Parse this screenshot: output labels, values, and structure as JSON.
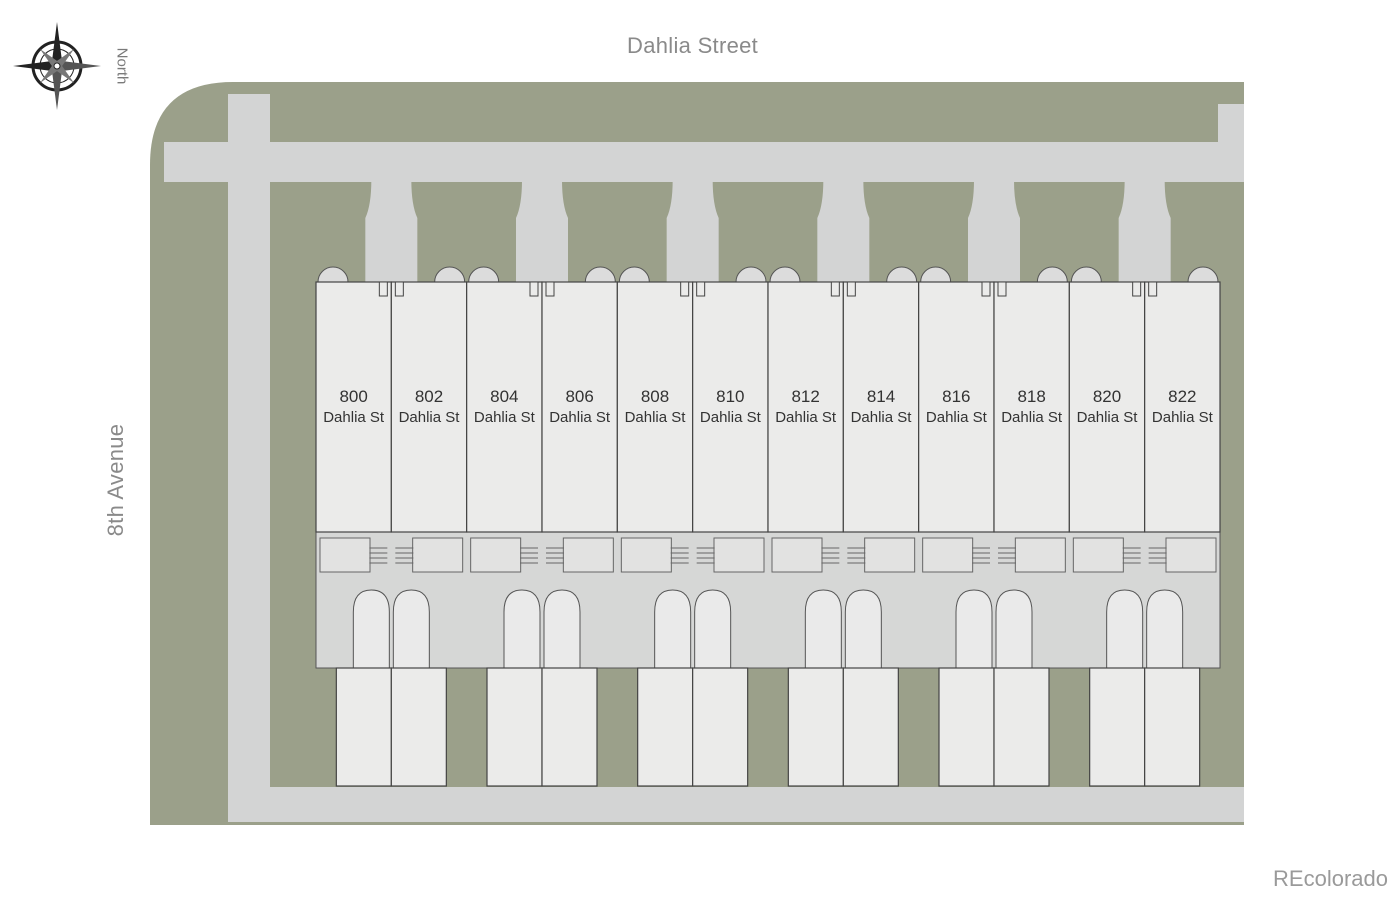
{
  "map": {
    "streets": {
      "top": "Dahlia Street",
      "left": "8th Avenue"
    },
    "compass": {
      "label": "North",
      "icon": "compass-rose-icon"
    },
    "watermark": "REcolorado",
    "units": [
      {
        "number": "800",
        "street": "Dahlia St"
      },
      {
        "number": "802",
        "street": "Dahlia St"
      },
      {
        "number": "804",
        "street": "Dahlia St"
      },
      {
        "number": "806",
        "street": "Dahlia St"
      },
      {
        "number": "808",
        "street": "Dahlia St"
      },
      {
        "number": "810",
        "street": "Dahlia St"
      },
      {
        "number": "812",
        "street": "Dahlia St"
      },
      {
        "number": "814",
        "street": "Dahlia St"
      },
      {
        "number": "816",
        "street": "Dahlia St"
      },
      {
        "number": "818",
        "street": "Dahlia St"
      },
      {
        "number": "820",
        "street": "Dahlia St"
      },
      {
        "number": "822",
        "street": "Dahlia St"
      }
    ],
    "colors": {
      "lawn": "#9ba08a",
      "pavement": "#d3d4d4",
      "building": "#ebebea",
      "outline": "#444444",
      "label": "#8a8a8a"
    }
  }
}
